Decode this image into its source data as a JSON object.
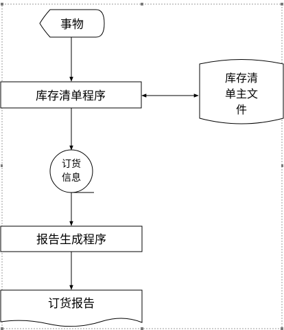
{
  "nodes": {
    "start": {
      "label": "事物"
    },
    "program1": {
      "label": "库存清单程序"
    },
    "masterFile": {
      "line1": "库存清",
      "line2": "单主文",
      "line3": "件"
    },
    "connector": {
      "line1": "订货",
      "line2": "信息"
    },
    "program2": {
      "label": "报告生成程序"
    },
    "report": {
      "label": "订货报告"
    }
  },
  "colors": {
    "line": "#000000",
    "fill": "#ffffff",
    "frame": "#9a9a9a"
  }
}
